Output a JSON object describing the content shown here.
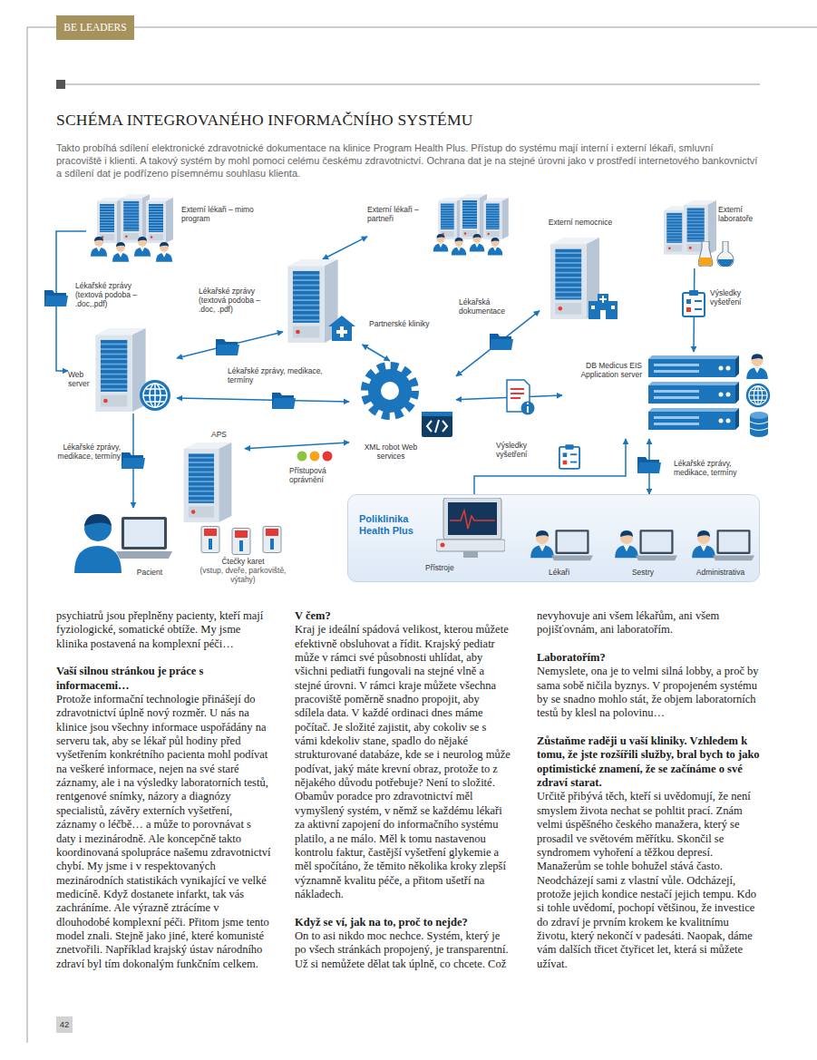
{
  "diagram": {
    "title": "SCHÉMA INTEGROVANÉHO INFORMAČNÍHO SYSTÉMU",
    "caption": "Takto probíhá sdílení elektronické zdravotnické dokumentace na klinice Program Health Plus. Přístup do systému mají interní i externí lékaři, smluvní pracoviště i klienti. A takový systém by mohl pomoci celému českému zdravotnictví. Ochrana dat je na stejné úrovni jako v prostředí internetového bankovnictví a sdílení dat je podřízeno písemnému souhlasu klienta.",
    "nodes": [
      {
        "text": [
          "Externí lékaři – mimo program"
        ]
      },
      {
        "text": [
          "Externí lékaři – partneři"
        ]
      },
      {
        "text": [
          "Externí laboratoře"
        ]
      },
      {
        "text": [
          "Externí nemocnice"
        ]
      },
      {
        "text": [
          "Partnerské kliniky"
        ]
      },
      {
        "text": [
          "Web server"
        ]
      },
      {
        "text": [
          "XML robot Web services"
        ]
      },
      {
        "text": [
          "DB Medicus EIS Application server"
        ]
      },
      {
        "text": [
          "APS"
        ]
      },
      {
        "text": [
          "Pacient"
        ]
      },
      {
        "text": [
          "Poliklinika Health Plus"
        ]
      },
      {
        "text": [
          "Přístroje"
        ],
        "in": 10
      },
      {
        "text": [
          "Lékaři"
        ],
        "in": 10
      },
      {
        "text": [
          "Sestry"
        ],
        "in": 10
      },
      {
        "text": [
          "Administrativa"
        ],
        "in": 10
      },
      {
        "text": [
          "Čtečky karet",
          "(vstup, dveře, parkoviště, výtahy)"
        ]
      }
    ],
    "edges": [
      {
        "from": 0,
        "to": 5,
        "arrow": "to",
        "label": "Lékařské zprávy (textová podoba – .doc,.pdf)"
      },
      {
        "from": 5,
        "to": 4,
        "arrow": "both",
        "label": "Lékařské zprávy (textová podoba – .doc, .pdf)"
      },
      {
        "from": 4,
        "to": 1,
        "arrow": "both"
      },
      {
        "from": 4,
        "to": 6,
        "arrow": "both"
      },
      {
        "from": 5,
        "to": 6,
        "arrow": "both",
        "label": "Lékařské zprávy, medikace, termíny"
      },
      {
        "from": 3,
        "to": 6,
        "arrow": "both",
        "label": "Lékařská dokumentace"
      },
      {
        "from": 2,
        "to": 7,
        "arrow": "to",
        "label": "Výsledky vyšetření"
      },
      {
        "from": 6,
        "to": 7,
        "arrow": "both"
      },
      {
        "from": 11,
        "to": 7,
        "arrow": "to",
        "label": "Výsledky vyšetření"
      },
      {
        "from": 7,
        "to": 10,
        "arrow": "both",
        "label": "Lékařské zprávy, medikace, termíny"
      },
      {
        "from": 5,
        "to": 9,
        "arrow": "to",
        "label": "Lékařské zprávy, medikace, termíny"
      },
      {
        "from": 6,
        "to": 8,
        "arrow": "both",
        "label": "Přístupová oprávnění"
      }
    ],
    "labels": [
      "BE LEADERS",
      "psychiatrů jsou přeplněny pacienty, kteří mají fyziologické, somatické obtíže. My jsme klinika postavená na komplexní péči…",
      "Vaší silnou stránkou je práce s informacemi…",
      "Protože informační technologie přinášejí do zdravotnictví úplně nový rozměr. U nás na klinice jsou všechny informace uspořádány na serveru tak, aby se lékař půl hodiny před vyšetřením konkrétního pacienta mohl podívat na veškeré informace, nejen na své staré záznamy, ale i na výsledky laboratorních testů, rentgenové snímky, názory a diagnózy specialistů, závěry externích vyšetření, záznamy o léčbě… a může to porovnávat s daty i mezinárodně. Ale koncepčně takto koordinovaná spolupráce našemu zdravotnictví chybí. My jsme i v respektovaných mezinárodních statistikách vynikající ve velké medicíně. Když dostanete infarkt, tak vás zachráníme. Ale výrazně ztrácíme v dlouhodobé komplexní péči. Přitom jsme tento model znali. Stejně jako jiné, které komunisté znetvořili. Například krajský ústav národního zdraví byl tím dokonalým funkčním celkem.",
      "V čem?",
      "Kraj je ideální spádová velikost, kterou můžete efektivně obsluhovat a řídit. Krajský pediatr může v rámci své působnosti uhlídat, aby všichni pediatři fungovali na stejné vlně a stejné úrovni. V rámci kraje můžete všechna pracoviště poměrně snadno propojit, aby sdílela data. V každé ordinaci dnes máme počítač. Je složité zajistit, aby cokoliv se s vámi kdekoliv stane, spadlo do nějaké strukturované databáze, kde se i neurolog může podívat, jaký máte krevní obraz, protože to z nějakého důvodu potřebuje? Není to složité. Obamův poradce pro zdravotnictví měl vymyšlený systém, v němž se každému lékaři za aktivní zapojení do informačního systému platilo, a ne málo. Měl k tomu nastavenou kontrolu faktur, častější vyšetření glykemie a měl spočítáno, že těmito několika kroky zlepší významně kvalitu péče, a přitom ušetří na nákladech.",
      "Když se ví, jak na to, proč to nejde?",
      "On to asi nikdo moc nechce. Systém, který je po všech stránkách propojený, je transparentní. Už si nemůžete dělat tak úplně, co chcete. Což",
      "nevyhovuje ani všem lékařům, ani všem pojišťovnám, ani laboratořím.",
      "Laboratořím?",
      "Nemyslete, ona je to velmi silná lobby, a proč by sama sobě ničila byznys. V propojeném systému by se snadno mohlo stát, že objem laboratorních testů by klesl na polovinu…",
      "Zůstaňme raději u vaší kliniky. Vzhledem k tomu, že jste rozšířili služby, bral bych to jako optimistické znamení, že se začínáme o své zdraví starat.",
      "Určitě přibývá těch, kteří si uvědomují, že není smyslem života nechat se pohltit prací. Znám velmi úspěšného českého manažera, který se prosadil ve světovém měřítku. Skončil se syndromem vyhoření a těžkou depresí. Manažerům se tohle bohužel stává často. Neodcházejí sami z vlastní vůle. Odcházejí, protože jejich kondice nestačí jejich tempu. Kdo si tohle uvědomí, pochopí většinou, že investice do zdraví je prvním krokem ke kvalitnímu životu, který nekončí v padesáti. Naopak, dáme vám dalších třicet čtyřicet let, která si můžete užívat.",
      "42"
    ]
  }
}
